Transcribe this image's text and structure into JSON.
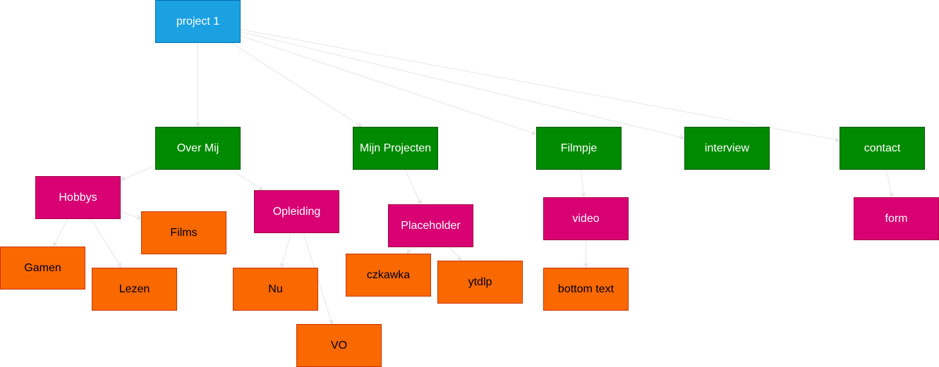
{
  "colors": {
    "root": "#1ba1e2",
    "section": "#008a00",
    "subsection": "#d80073",
    "leaf": "#fa6800",
    "edge": "#e6e6e6"
  },
  "nodes": {
    "project1": "project 1",
    "over_mij": "Over Mij",
    "mijn_projecten": "Mijn Projecten",
    "filmpje": "Filmpje",
    "interview": "interview",
    "contact": "contact",
    "hobbys": "Hobbys",
    "opleiding": "Opleiding",
    "placeholder": "Placeholder",
    "video": "video",
    "form": "form",
    "films": "Films",
    "gamen": "Gamen",
    "lezen": "Lezen",
    "nu": "Nu",
    "vo": "VO",
    "czkawka": "czkawka",
    "ytdlp": "ytdlp",
    "bottom_text": "bottom text"
  },
  "edges": [
    [
      "project1",
      "over_mij"
    ],
    [
      "project1",
      "mijn_projecten"
    ],
    [
      "project1",
      "filmpje"
    ],
    [
      "project1",
      "interview"
    ],
    [
      "project1",
      "contact"
    ],
    [
      "over_mij",
      "hobbys"
    ],
    [
      "over_mij",
      "opleiding"
    ],
    [
      "hobbys",
      "films"
    ],
    [
      "hobbys",
      "gamen"
    ],
    [
      "hobbys",
      "lezen"
    ],
    [
      "opleiding",
      "nu"
    ],
    [
      "opleiding",
      "vo"
    ],
    [
      "mijn_projecten",
      "placeholder"
    ],
    [
      "placeholder",
      "czkawka"
    ],
    [
      "placeholder",
      "ytdlp"
    ],
    [
      "filmpje",
      "video"
    ],
    [
      "video",
      "bottom_text"
    ],
    [
      "contact",
      "form"
    ]
  ]
}
